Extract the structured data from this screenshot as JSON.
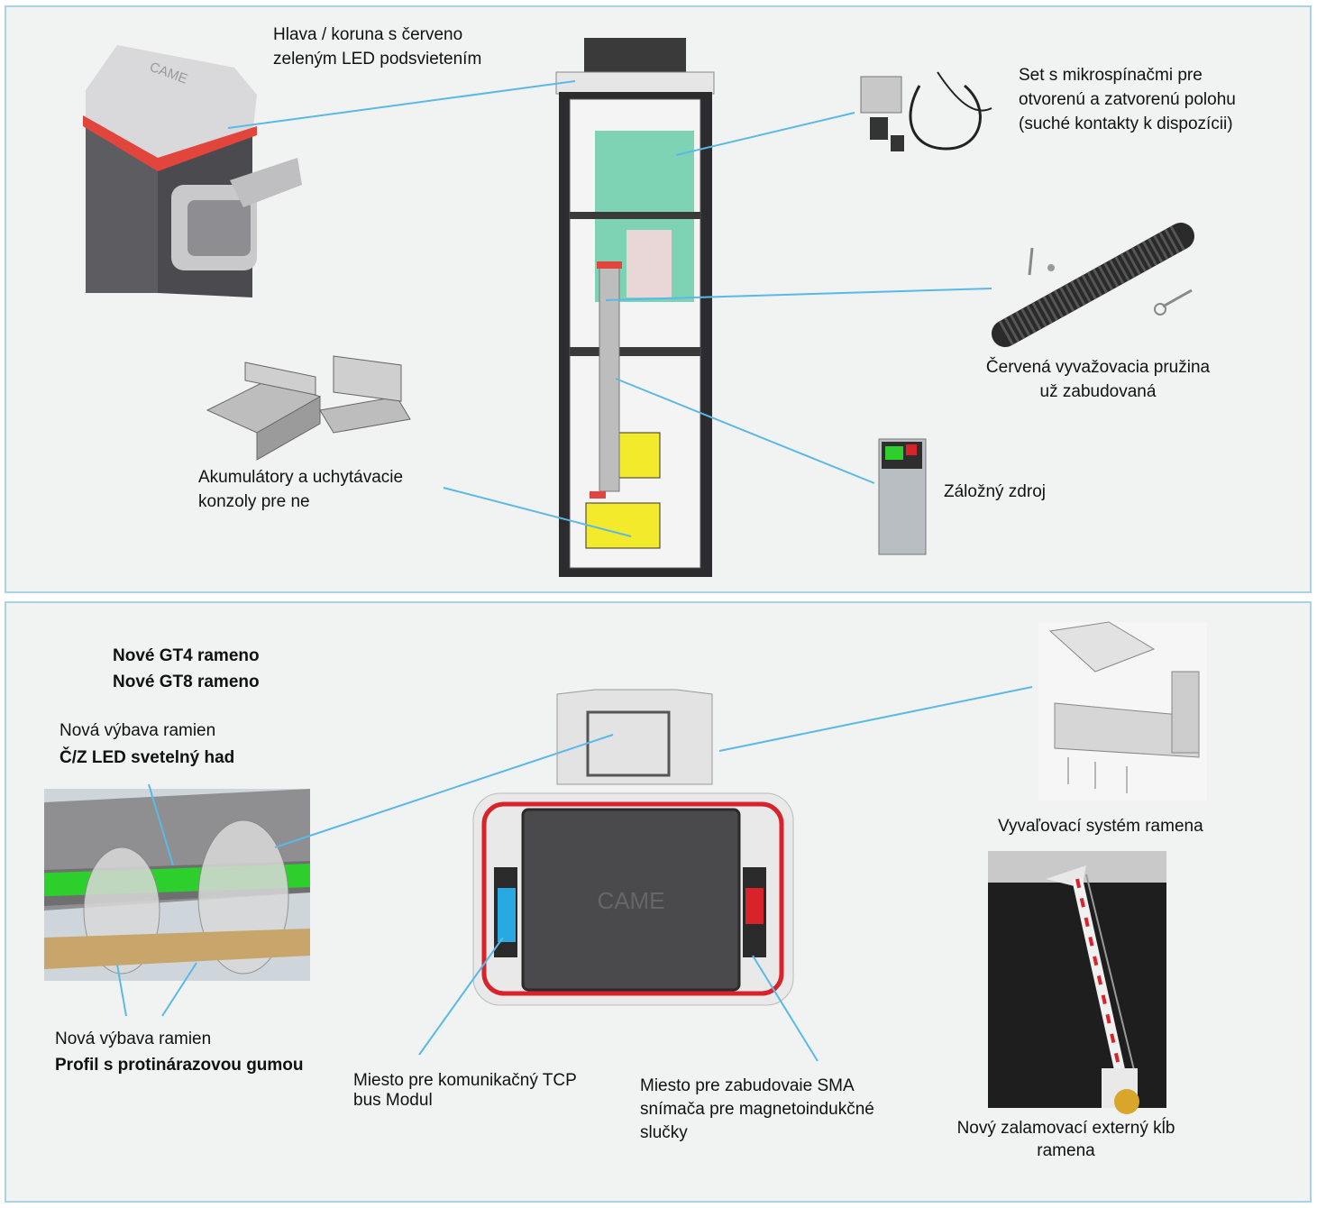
{
  "top_panel": {
    "head_label": "Hlava / koruna s červeno\nzeleným LED podsvietením",
    "microswitch_label": "Set s mikrospínačmi pre\notvorenú a zatvorenú polohu\n(suché kontakty k dispozícii)",
    "spring_label": "Červená vyvažovacia pružina\nuž zabudovaná",
    "battery_label": "Akumulátory a uchytávacie\nkonzoly pre ne",
    "backup_label": "Záložný zdroj"
  },
  "bottom_panel": {
    "arm_gt4": "Nové GT4 rameno",
    "arm_gt8": "Nové GT8 rameno",
    "led_note": "Nová výbava ramien",
    "led_title": "Č/Z LED svetelný had",
    "profile_note": "Nová výbava ramien",
    "profile_title": "Profil s protinárazovou gumou",
    "tcp_label": "Miesto pre komunikačný TCP\nbus Modul",
    "sma_label": "Miesto pre zabudovaie SMA\nsnímača pre magnetoindukčné\nslučky",
    "balance_label": "Vyvaľovací systém ramena",
    "joint_label": "Nový zalamovací externý kĺb\nramena"
  },
  "brand": "CAME",
  "colors": {
    "callout": "#5ab9e6",
    "led_red": "#d8232a",
    "battery_yellow": "#f2ea2a",
    "motor_green": "#7fd3b5",
    "tcp_blue": "#29a9e1",
    "led_green": "#2ccf2c"
  }
}
